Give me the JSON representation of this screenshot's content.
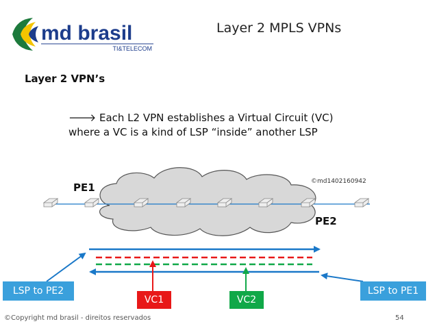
{
  "header": {
    "logo_text": "md brasil",
    "logo_subtext": "TI&TELECOM",
    "slide_title": "Layer 2 MPLS VPNs"
  },
  "content": {
    "section_heading": "Layer 2 VPN’s",
    "body_line_1": "🡒 Each L2 VPN establishes a Virtual Circuit (VC)",
    "body_line_2": "where a VC is a kind of LSP “inside” another LSP"
  },
  "diagram": {
    "pe1_label": "PE1",
    "pe2_label": "PE2",
    "watermark": "©md1402160942",
    "lsp_to_pe2": "LSP to PE2",
    "lsp_to_pe1": "LSP to PE1",
    "vc1": "VC1",
    "vc2": "VC2",
    "colors": {
      "lsp_blue": "#1a78c8",
      "box_blue": "#3aa0dc",
      "vc1_red": "#e81818",
      "vc2_green": "#10a848",
      "cloud_fill": "#d8d8d8"
    }
  },
  "footer": {
    "copyright": "©Copyright md brasil - direitos reservados",
    "page_number": "54"
  }
}
